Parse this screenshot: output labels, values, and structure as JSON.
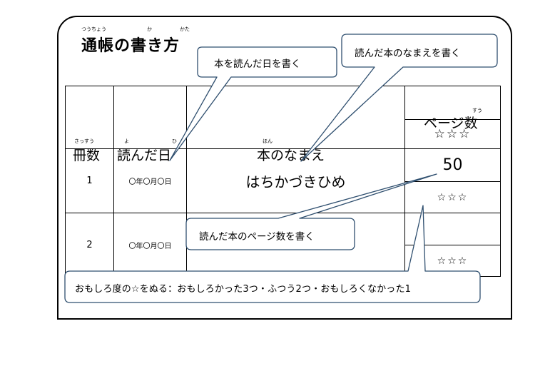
{
  "title": {
    "text": "通帳の書き方",
    "ruby_tsucho": "つうちょう",
    "ruby_ka": "か",
    "ruby_kata": "かた"
  },
  "table": {
    "headers": {
      "count": "冊数",
      "count_ruby": "さっすう",
      "date": "読んだ日",
      "date_ruby_yo": "よ",
      "date_ruby_hi": "ひ",
      "book": "本のなまえ",
      "book_ruby": "ほん",
      "pages": "ページ数",
      "pages_ruby": "すう",
      "rating": "☆☆☆"
    },
    "rows": [
      {
        "num": "1",
        "date": "〇年〇月〇日",
        "book": "はちかづきひめ",
        "pages": "50",
        "rating": "☆☆☆"
      },
      {
        "num": "2",
        "date": "〇年〇月〇日",
        "book": "",
        "pages": "",
        "rating": "☆☆☆"
      }
    ]
  },
  "callouts": {
    "write_date": "本を読んだ日を書く",
    "write_title": "読んだ本のなまえを書く",
    "write_pages": "読んだ本のページ数を書く",
    "rating_note": "おもしろ度の☆をぬる：おもしろかった3つ・ふつう2つ・おもしろくなかった1"
  }
}
